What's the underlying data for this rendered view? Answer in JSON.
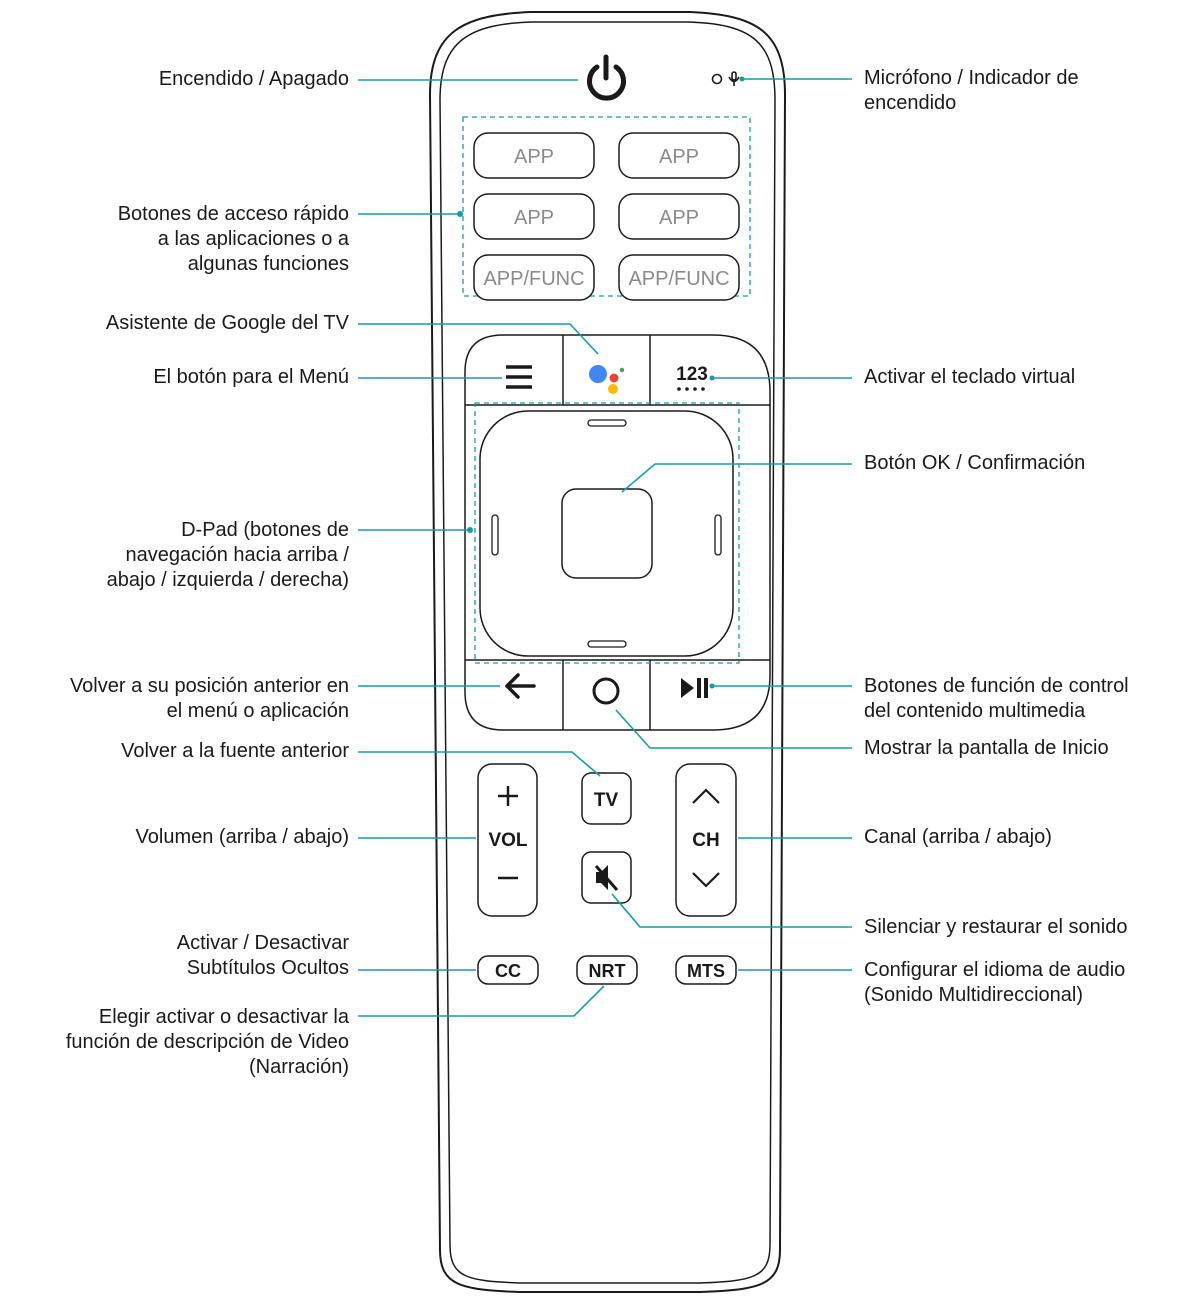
{
  "labels_left": {
    "power": "Encendido / Apagado",
    "quick_access": [
      "Botones de acceso rápido",
      "a las aplicaciones o a",
      "algunas funciones"
    ],
    "google_assistant": "Asistente de Google del TV",
    "menu": "El botón para el Menú",
    "dpad": [
      "D-Pad (botones de",
      "navegación hacia arriba /",
      "abajo / izquierda / derecha)"
    ],
    "back": [
      "Volver a su posición anterior en",
      "el menú o aplicación"
    ],
    "prev_source": "Volver a la fuente anterior",
    "volume": "Volumen (arriba / abajo)",
    "cc": [
      "Activar / Desactivar",
      "Subtítulos Ocultos"
    ],
    "narration": [
      "Elegir activar o desactivar la",
      "función de descripción de Video",
      "(Narración)"
    ]
  },
  "labels_right": {
    "mic": [
      "Micrófono / Indicador de",
      "encendido"
    ],
    "keyboard": "Activar el teclado virtual",
    "ok": "Botón OK / Confirmación",
    "media": [
      "Botones de función de control",
      "del contenido multimedia"
    ],
    "home": "Mostrar la pantalla de Inicio",
    "channel": "Canal (arriba / abajo)",
    "mute": "Silenciar y restaurar el sonido",
    "mts": [
      "Configurar el idioma de audio",
      "(Sonido Multidireccional)"
    ]
  },
  "remote": {
    "app_buttons": [
      "APP",
      "APP",
      "APP",
      "APP",
      "APP/FUNC",
      "APP/FUNC"
    ],
    "numpad_label": "123",
    "tv_label": "TV",
    "vol_label": "VOL",
    "ch_label": "CH",
    "cc_label": "CC",
    "nrt_label": "NRT",
    "mts_label": "MTS",
    "icons": [
      "power-icon",
      "mic-icon",
      "menu-icon",
      "google-assistant-icon",
      "back-arrow-icon",
      "home-icon",
      "play-pause-icon",
      "mute-icon",
      "chevron-up-icon",
      "chevron-down-icon",
      "plus-icon",
      "minus-icon"
    ]
  },
  "colors": {
    "callout": "#1a9ba1",
    "outline": "#1a1a1a",
    "app_text": "#8a8a8a",
    "google_blue": "#4285F4",
    "google_red": "#EA4335",
    "google_yellow": "#FBBC05",
    "google_green": "#34A853"
  }
}
